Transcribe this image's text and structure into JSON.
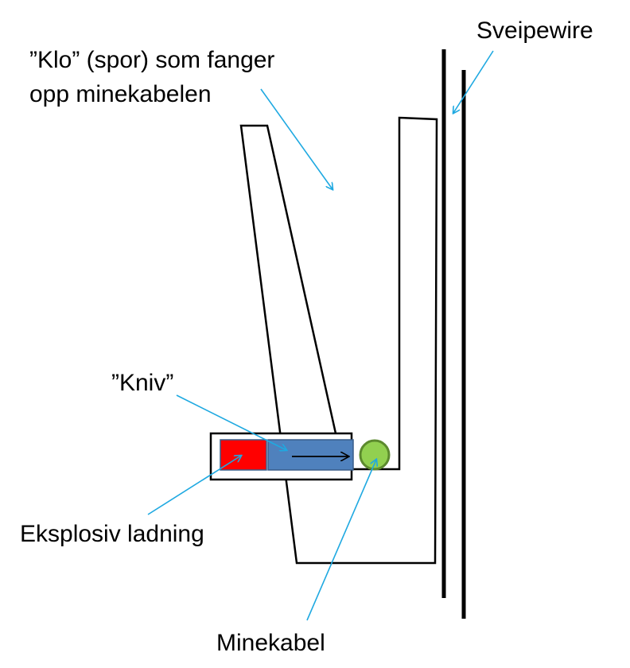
{
  "labels": {
    "klo_line1": "”Klo”  (spor) som fanger",
    "klo_line2": "opp minekabelen",
    "sveipewire": "Sveipewire",
    "kniv": "”Kniv”",
    "eksplosiv": "Eksplosiv ladning",
    "minekabel": "Minekabel"
  },
  "colors": {
    "annotation_arrow": "#1fa9e1",
    "outline": "#000000",
    "charge": "#ff0000",
    "knife": "#4f81bd",
    "cable_fill": "#92d050",
    "cable_stroke": "#5c8a2e"
  }
}
